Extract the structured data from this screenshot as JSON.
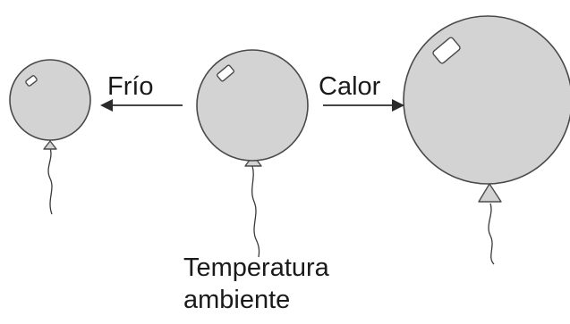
{
  "labels": {
    "cold": "Frío",
    "heat": "Calor",
    "room_temperature_line1": "Temperatura",
    "room_temperature_line2": "ambiente"
  },
  "colors": {
    "balloon_fill": "#d3d3d3",
    "outline": "#4a4a4a",
    "text": "#1a1a1a"
  }
}
